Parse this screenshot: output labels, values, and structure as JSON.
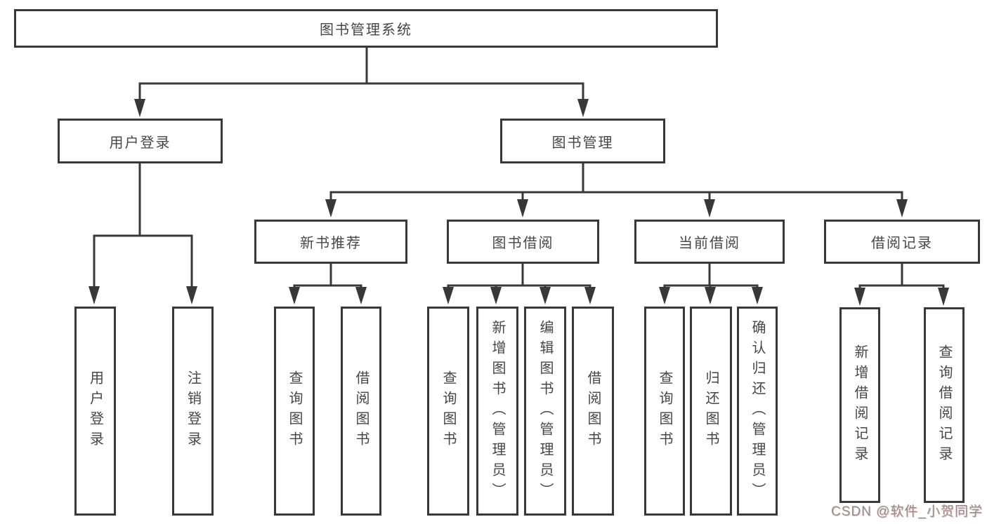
{
  "colors": {
    "line": "#383838",
    "text": "#464646",
    "node_background": "#ffffff",
    "watermark": "#909090"
  },
  "diagram": {
    "root": {
      "label": "图书管理系统"
    },
    "level1": {
      "user_login": {
        "label": "用户登录"
      },
      "book_management": {
        "label": "图书管理"
      }
    },
    "level2": {
      "new_book_recommend": {
        "label": "新书推荐"
      },
      "book_borrow": {
        "label": "图书借阅"
      },
      "current_borrow": {
        "label": "当前借阅"
      },
      "borrow_records": {
        "label": "借阅记录"
      }
    },
    "level3": {
      "user_login": {
        "label": "用户登录"
      },
      "logout": {
        "label": "注销登录"
      },
      "recommend_query_books": {
        "label": "查询图书"
      },
      "recommend_borrow_books": {
        "label": "借阅图书"
      },
      "borrow_query_books": {
        "label": "查询图书"
      },
      "borrow_add_books": {
        "label": "新增图书（管理员）"
      },
      "borrow_edit_books": {
        "label": "编辑图书（管理员）"
      },
      "borrow_borrow_books": {
        "label": "借阅图书"
      },
      "current_query_books": {
        "label": "查询图书"
      },
      "current_return_books": {
        "label": "归还图书"
      },
      "current_confirm_return": {
        "label": "确认归还（管理员）"
      },
      "records_add_record": {
        "label": "新增借阅记录"
      },
      "records_query_record": {
        "label": "查询借阅记录"
      }
    }
  },
  "watermark": {
    "text": "CSDN @软件_小贺同学"
  }
}
